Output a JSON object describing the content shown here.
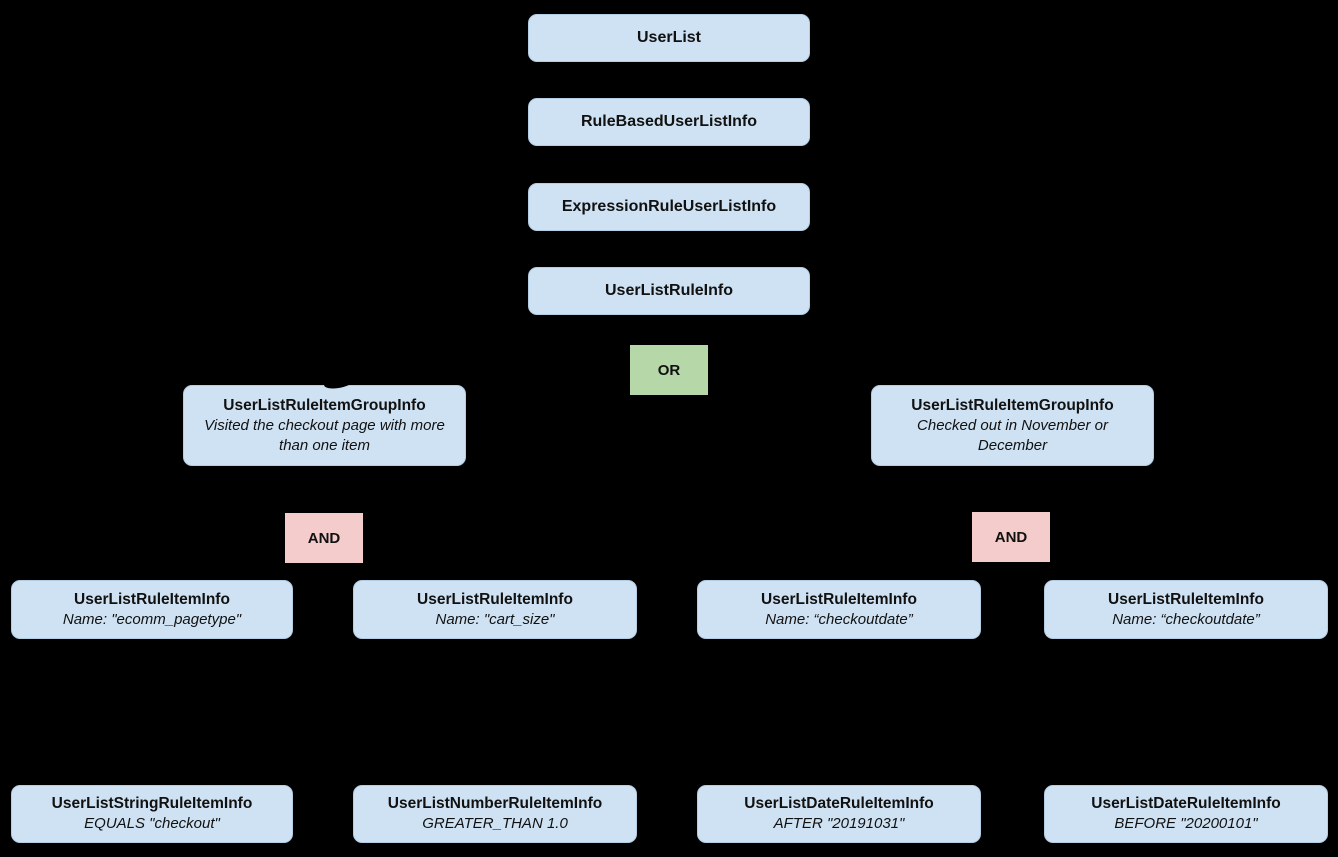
{
  "diagram": {
    "description": "Class hierarchy tree for rule-based user lists",
    "colors": {
      "background": "#000000",
      "node_fill": "#cfe2f3",
      "node_border": "#b3cde3",
      "or_fill": "#b6d7a8",
      "and_fill": "#f4cccc",
      "text": "#111111"
    },
    "nodes": {
      "userlist": {
        "title": "UserList"
      },
      "rulebased": {
        "title": "RuleBasedUserListInfo"
      },
      "expression": {
        "title": "ExpressionRuleUserListInfo"
      },
      "userlistrule": {
        "title": "UserListRuleInfo"
      },
      "or_operator": {
        "label": "OR"
      },
      "group_left": {
        "title": "UserListRuleItemGroupInfo",
        "subtitle": "Visited the checkout page with more than one item"
      },
      "group_right": {
        "title": "UserListRuleItemGroupInfo",
        "subtitle": "Checked out in November or December"
      },
      "and_left": {
        "label": "AND"
      },
      "and_right": {
        "label": "AND"
      },
      "item1": {
        "title": "UserListRuleItemInfo",
        "subtitle": "Name: \"ecomm_pagetype\""
      },
      "item2": {
        "title": "UserListRuleItemInfo",
        "subtitle": "Name: \"cart_size\""
      },
      "item3": {
        "title": "UserListRuleItemInfo",
        "subtitle": "Name: “checkoutdate”"
      },
      "item4": {
        "title": "UserListRuleItemInfo",
        "subtitle": "Name: “checkoutdate”"
      },
      "leaf1": {
        "title": "UserListStringRuleItemInfo",
        "subtitle": "EQUALS \"checkout\""
      },
      "leaf2": {
        "title": "UserListNumberRuleItemInfo",
        "subtitle": "GREATER_THAN 1.0"
      },
      "leaf3": {
        "title": "UserListDateRuleItemInfo",
        "subtitle": "AFTER \"20191031\""
      },
      "leaf4": {
        "title": "UserListDateRuleItemInfo",
        "subtitle": "BEFORE \"20200101\""
      }
    }
  }
}
